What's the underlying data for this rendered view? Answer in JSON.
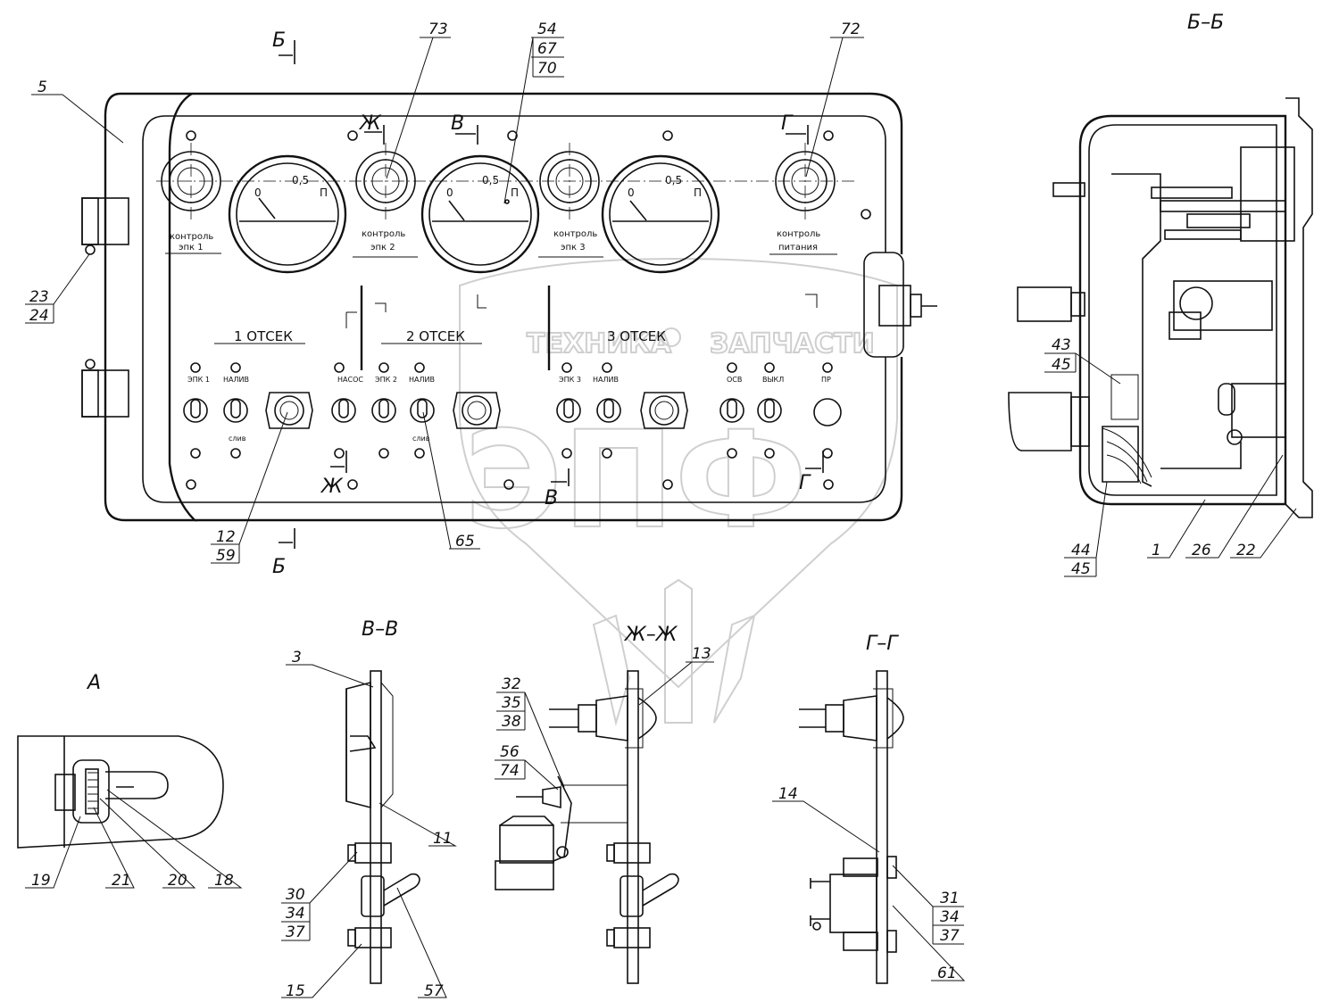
{
  "view_labels": {
    "bb": "Б–Б",
    "vv": "В–В",
    "zhzh": "Ж–Ж",
    "gg": "Г–Г",
    "a": "А"
  },
  "section_marks": {
    "b_top": "Б",
    "b_bottom": "Б",
    "zh_top": "Ж",
    "zh_bottom": "Ж",
    "v_top": "В",
    "v_bottom": "В",
    "g_top": "Г",
    "g_bottom": "Г"
  },
  "panel_text": {
    "gauge_zero": "0",
    "gauge_half": "0,5",
    "gauge_full": "П",
    "ctrl1_a": "контроль",
    "ctrl1_b": "эпк 1",
    "ctrl2_a": "контроль",
    "ctrl2_b": "эпк 2",
    "ctrl3_a": "контроль",
    "ctrl3_b": "эпк 3",
    "ctrl4_a": "контроль",
    "ctrl4_b": "питания",
    "comp1": "1 ОТСЕК",
    "comp2": "2 ОТСЕК",
    "comp3": "3 ОТСЕК",
    "sw_epk1": "ЭПК 1",
    "sw_naliv1": "НАЛИВ",
    "sw_sliv1": "слив",
    "sw_nasos": "НАСОС",
    "sw_epk2": "ЭПК 2",
    "sw_naliv2": "НАЛИВ",
    "sw_sliv2": "слив",
    "sw_epk3": "ЭПК 3",
    "sw_naliv3": "НАЛИВ",
    "sw_osv": "ОСВ",
    "sw_vykl": "ВЫКЛ",
    "sw_pr": "ПР"
  },
  "callouts": {
    "n5": "5",
    "n73": "73",
    "n54": "54",
    "n67": "67",
    "n70": "70",
    "n72": "72",
    "n23": "23",
    "n24": "24",
    "n12": "12",
    "n59": "59",
    "n65": "65",
    "n43": "43",
    "n45a": "45",
    "n44": "44",
    "n45b": "45",
    "n1": "1",
    "n26": "26",
    "n22": "22",
    "n3": "3",
    "n11": "11",
    "n30": "30",
    "n34a": "34",
    "n37a": "37",
    "n15": "15",
    "n57": "57",
    "n13": "13",
    "n32": "32",
    "n35": "35",
    "n38": "38",
    "n56": "56",
    "n74": "74",
    "n14": "14",
    "n31": "31",
    "n34b": "34",
    "n37b": "37",
    "n61": "61",
    "n19": "19",
    "n21": "21",
    "n20": "20",
    "n18": "18"
  },
  "watermark": {
    "line1": "ТЕХНИКА",
    "line2": "ЗАПЧАСТИ",
    "logo": "ЭПФ"
  }
}
